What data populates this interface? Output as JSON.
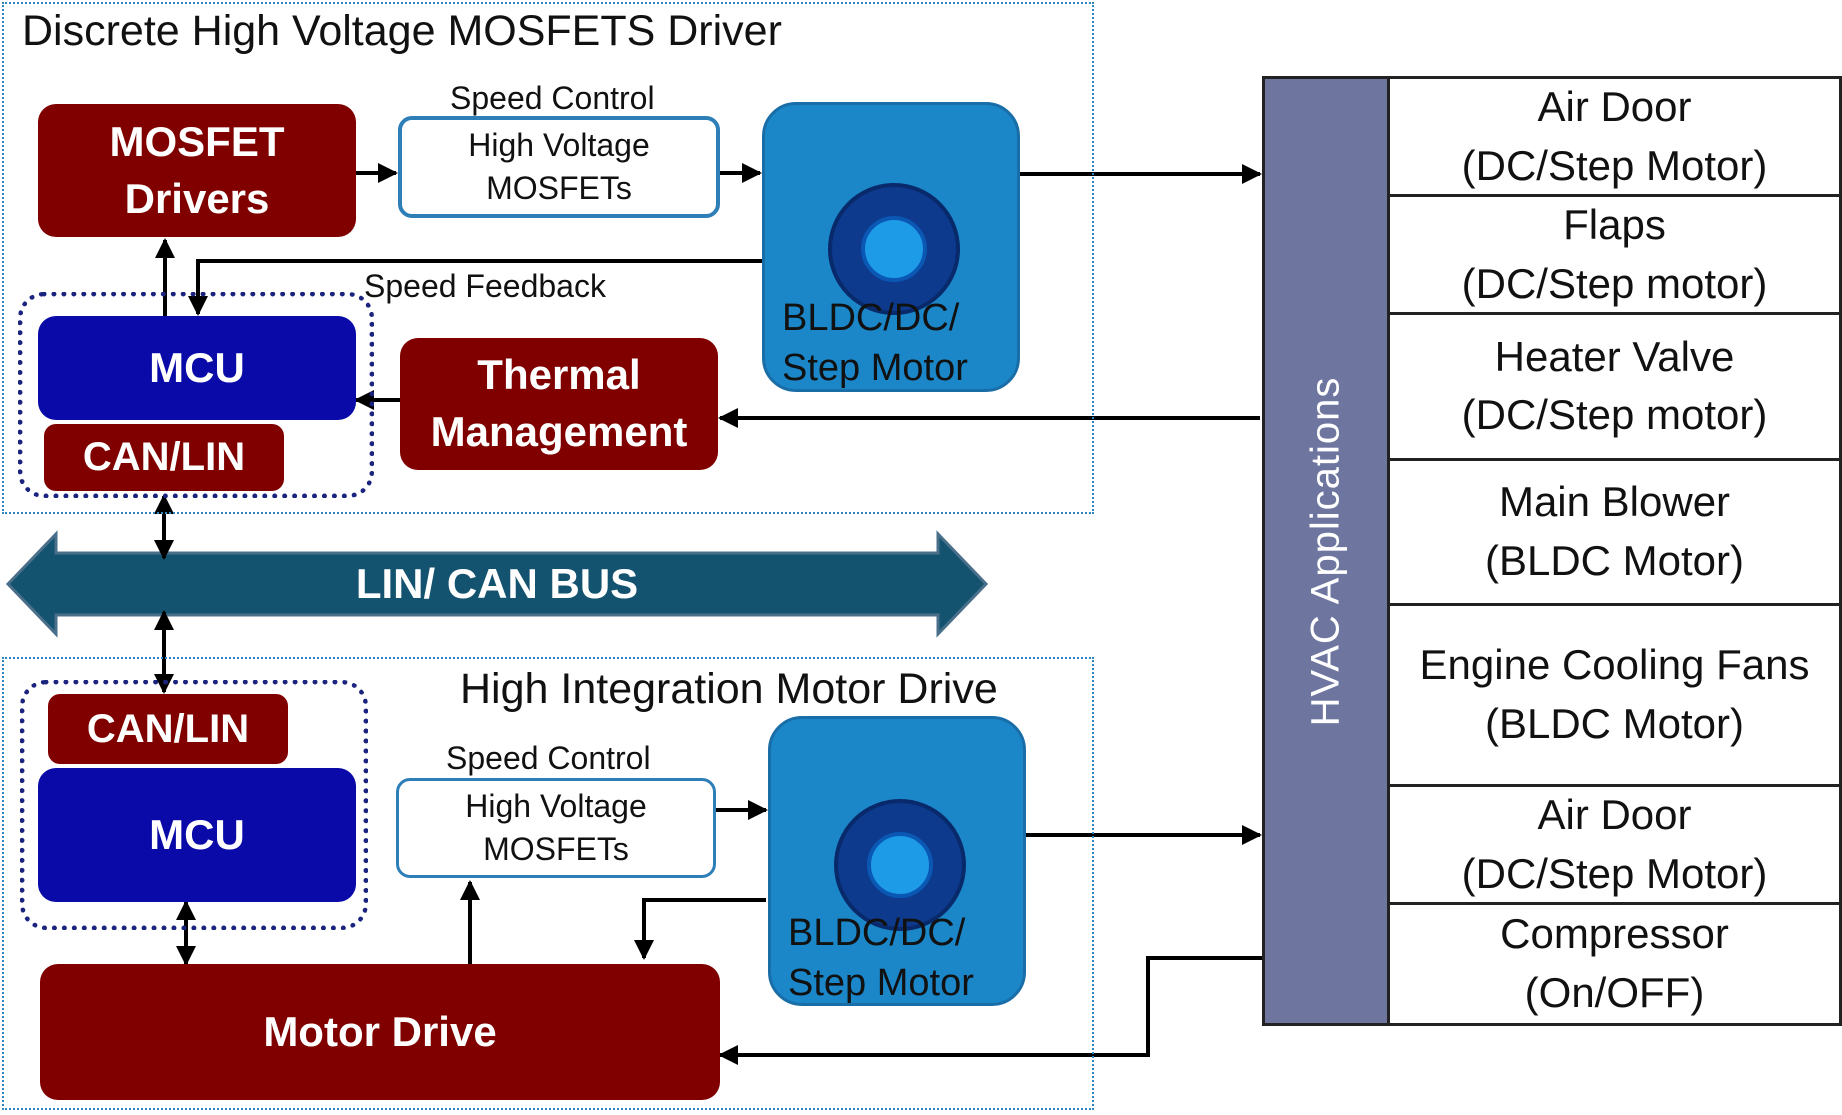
{
  "top_group": {
    "title": "Discrete High Voltage MOSFETS Driver",
    "mosfet_drivers": [
      "MOSFET",
      "Drivers"
    ],
    "speed_control_label": "Speed Control",
    "hv_mosfets": [
      "High Voltage",
      "MOSFETs"
    ],
    "speed_feedback_label": "Speed Feedback",
    "mcu": "MCU",
    "can_lin": "CAN/LIN",
    "thermal": [
      "Thermal",
      "Management"
    ],
    "motor": [
      "BLDC/DC/",
      "Step Motor"
    ]
  },
  "bus": {
    "label": "LIN/ CAN  BUS"
  },
  "bottom_group": {
    "title": "High Integration Motor Drive",
    "can_lin": "CAN/LIN",
    "mcu": "MCU",
    "speed_control_label": "Speed Control",
    "hv_mosfets": [
      "High Voltage",
      "MOSFETs"
    ],
    "motor": [
      "BLDC/DC/",
      "Step Motor"
    ],
    "motor_drive": "Motor Drive"
  },
  "hvac": {
    "label": "HVAC Applications",
    "applications": [
      [
        "Air Door",
        "(DC/Step Motor)"
      ],
      [
        "Flaps",
        "(DC/Step motor)"
      ],
      [
        "Heater Valve",
        "(DC/Step motor)"
      ],
      [
        "Main Blower",
        "(BLDC Motor)"
      ],
      [
        "Engine Cooling Fans",
        "(BLDC Motor)"
      ],
      [
        "Air Door",
        "(DC/Step Motor)"
      ],
      [
        "Compressor",
        "(On/OFF)"
      ]
    ]
  },
  "colors": {
    "dark_red": "#800000",
    "mcu_blue": "#0a0aa8",
    "motor_blue": "#1b86c8",
    "bus_teal": "#14536f",
    "hvac_bar": "#6e76a0",
    "frame_dotted": "#2e86c1"
  }
}
